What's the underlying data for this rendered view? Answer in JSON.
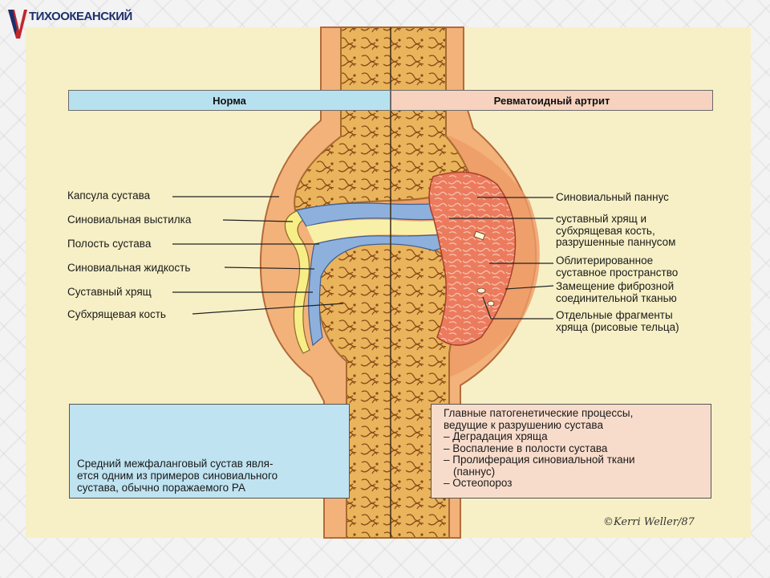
{
  "logo": {
    "text": "ТИХООКЕАНСКИЙ"
  },
  "headers": {
    "left": "Норма",
    "right": "Ревматоидный артрит"
  },
  "left_labels": [
    "Капсула сустава",
    "Синовиальная выстилка",
    "Полость сустава",
    "Синовиальная жидкость",
    "Суставный хрящ",
    "Субхрящевая кость"
  ],
  "right_labels": [
    [
      "Синовиальный паннус"
    ],
    [
      "суставный хрящ и",
      "субхрящевая кость,",
      "разрушенные паннусом"
    ],
    [
      "Облитерированное",
      "суставное пространство"
    ],
    [
      "Замещение фиброзной",
      "соединительной тканью"
    ],
    [
      "Отдельные фрагменты",
      "хряща (рисовые тельца)"
    ]
  ],
  "inset_caption": [
    "Средний межфаланговый сустав явля-",
    "ется одним из примеров синовиального",
    "сустава, обычно поражаемого РА"
  ],
  "processes": {
    "title": [
      "Главные патогенетические процессы,",
      "ведущие к разрушению сустава"
    ],
    "items": [
      "– Деградация хряща",
      "– Воспаление в полости сустава",
      "– Пролиферация синовиальной ткани",
      "(паннус)",
      "– Остеопороз"
    ]
  },
  "signature": "©Kerri Weller/87",
  "colors": {
    "panel_bg": "#f7f0c6",
    "header_left": "#b8e1ef",
    "header_right": "#f6d2bf",
    "bone": "#e9b45a",
    "capsule": "#efa36b",
    "cartilage_blue": "#8db1dc",
    "pannus": "#e9674e"
  }
}
